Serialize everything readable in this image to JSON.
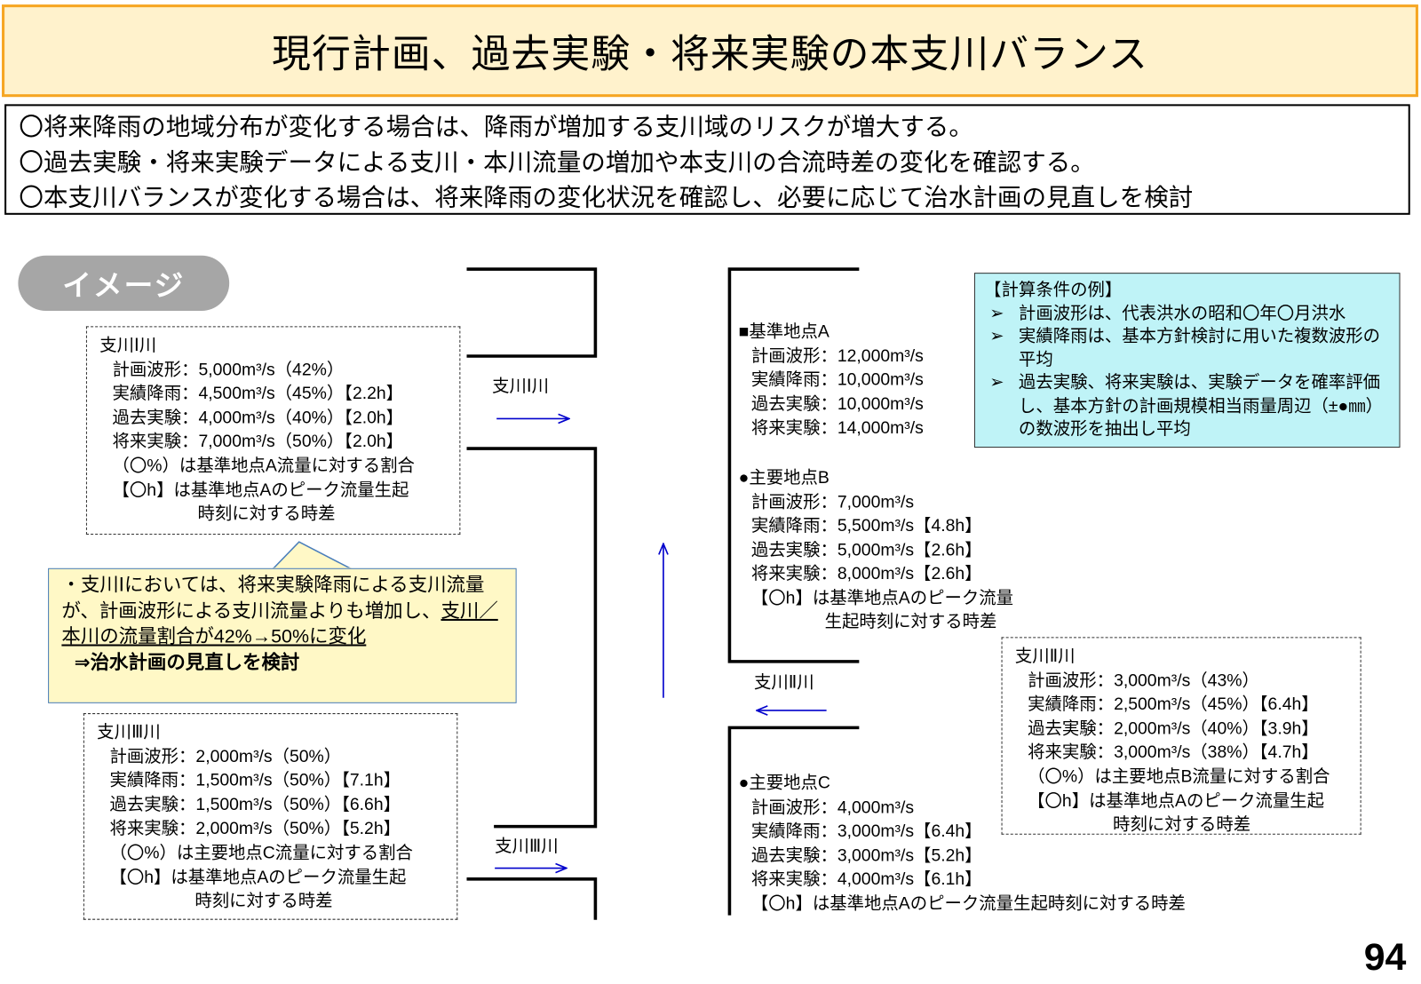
{
  "title": "現行計画、過去実験・将来実験の本支川バランス",
  "points": [
    "〇将来降雨の地域分布が変化する場合は、降雨が増加する支川域のリスクが増大する。",
    "〇過去実験・将来実験データによる支川・本川流量の増加や本支川の合流時差の変化を確認する。",
    "〇本支川バランスが変化する場合は、将来降雨の変化状況を確認し、必要に応じて治水計画の見直しを検討"
  ],
  "image_label": "イメージ",
  "tributary1": {
    "title": "支川Ⅰ川",
    "lines": [
      "計画波形：5,000m³/s（42%）",
      "実績降雨：4,500m³/s（45%）【2.2h】",
      "過去実験：4,000m³/s（40%）【2.0h】",
      "将来実験：7,000m³/s（50%）【2.0h】",
      "（〇%）は基準地点A流量に対する割合",
      "【〇h】は基準地点Aのピーク流量生起"
    ],
    "tail": "時刻に対する時差"
  },
  "tributary3": {
    "title": "支川Ⅲ川",
    "lines": [
      "計画波形：2,000m³/s（50%）",
      "実績降雨：1,500m³/s（50%）【7.1h】",
      "過去実験：1,500m³/s（50%）【6.6h】",
      "将来実験：2,000m³/s（50%）【5.2h】",
      "（〇%）は主要地点C流量に対する割合",
      "【〇h】は基準地点Aのピーク流量生起"
    ],
    "tail": "時刻に対する時差"
  },
  "tributary2": {
    "title": "支川Ⅱ川",
    "lines": [
      "計画波形：3,000m³/s（43%）",
      "実績降雨：2,500m³/s（45%）【6.4h】",
      "過去実験：2,000m³/s（40%）【3.9h】",
      "将来実験：3,000m³/s（38%）【4.7h】",
      "（〇%）は主要地点B流量に対する割合",
      "【〇h】は基準地点Aのピーク流量生起"
    ],
    "tail": "時刻に対する時差"
  },
  "callout": {
    "bullet": "・",
    "text1": "支川Ⅰにおいては、将来実験降雨による支川流量が、計画波形による支川流量よりも増加し、",
    "underlined": "支川／本川の流量割合が42%→50%に変化",
    "conclusion": "⇒治水計画の見直しを検討"
  },
  "river_labels": {
    "t1": "支川Ⅰ川",
    "t2": "支川Ⅱ川",
    "t3": "支川Ⅲ川"
  },
  "pointA": {
    "title": "■基準地点A",
    "lines": [
      "計画波形：12,000m³/s",
      "実績降雨：10,000m³/s",
      "過去実験：10,000m³/s",
      "将来実験：14,000m³/s"
    ]
  },
  "pointB": {
    "title": "●主要地点B",
    "lines": [
      "計画波形：7,000m³/s",
      "実績降雨：5,500m³/s【4.8h】",
      "過去実験：5,000m³/s【2.6h】",
      "将来実験：8,000m³/s【2.6h】",
      "【〇h】は基準地点Aのピーク流量"
    ],
    "tail": "生起時刻に対する時差"
  },
  "pointC": {
    "title": "●主要地点C",
    "lines": [
      "計画波形：4,000m³/s",
      "実績降雨：3,000m³/s【6.4h】",
      "過去実験：3,000m³/s【5.2h】",
      "将来実験：4,000m³/s【6.1h】",
      "【〇h】は基準地点Aのピーク流量生起時刻に対する時差"
    ]
  },
  "conditions": {
    "title": "【計算条件の例】",
    "marker": "➢",
    "items": [
      "計画波形は、代表洪水の昭和〇年〇月洪水",
      "実績降雨は、基本方針検討に用いた複数波形の平均",
      "過去実験、将来実験は、実験データを確率評価し、基本方針の計画規模相当雨量周辺（±●㎜）の数波形を抽出し平均"
    ]
  },
  "page_number": "94",
  "colors": {
    "title_bg": "#FFF2CC",
    "title_border": "#F6A623",
    "arrow": "#0000CC",
    "cond_bg": "#BFF3F7",
    "callout_bg": "#FFF8C6"
  }
}
